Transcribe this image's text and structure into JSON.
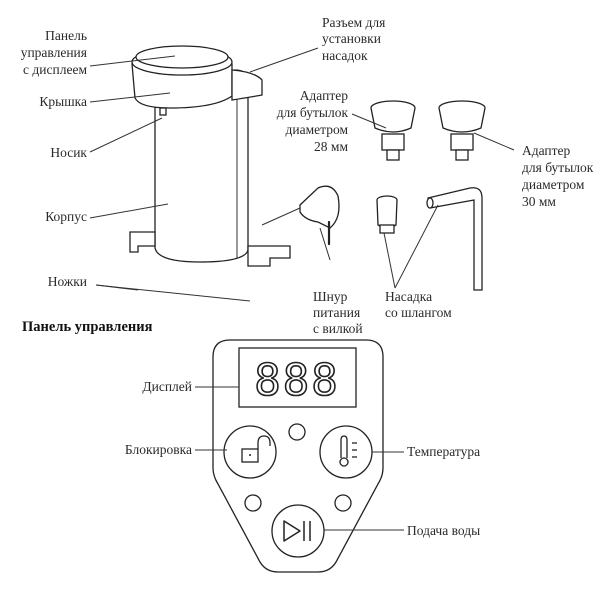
{
  "device_labels": {
    "control_panel": [
      "Панель",
      "управления",
      "с дисплеем"
    ],
    "lid": "Крышка",
    "spout": "Носик",
    "body": "Корпус",
    "feet": "Ножки",
    "connector": [
      "Разъем для",
      "установки",
      "насадок"
    ],
    "adapter_28": [
      "Адаптер",
      "для бутылок",
      "диаметром",
      "28 мм"
    ],
    "adapter_30": [
      "Адаптер",
      "для бутылок",
      "диаметром",
      "30 мм"
    ],
    "power_cord": [
      "Шнур",
      "питания",
      "с вилкой"
    ],
    "hose_nozzle": [
      "Насадка",
      "со шлангом"
    ]
  },
  "panel_section": {
    "title": "Панель управления",
    "display_digits": "888",
    "labels": {
      "display": "Дисплей",
      "lock": "Блокировка",
      "temperature": "Температура",
      "water_supply": "Подача воды"
    }
  },
  "icons": [
    "lock-open-icon",
    "thermometer-icon",
    "play-pause-icon"
  ]
}
